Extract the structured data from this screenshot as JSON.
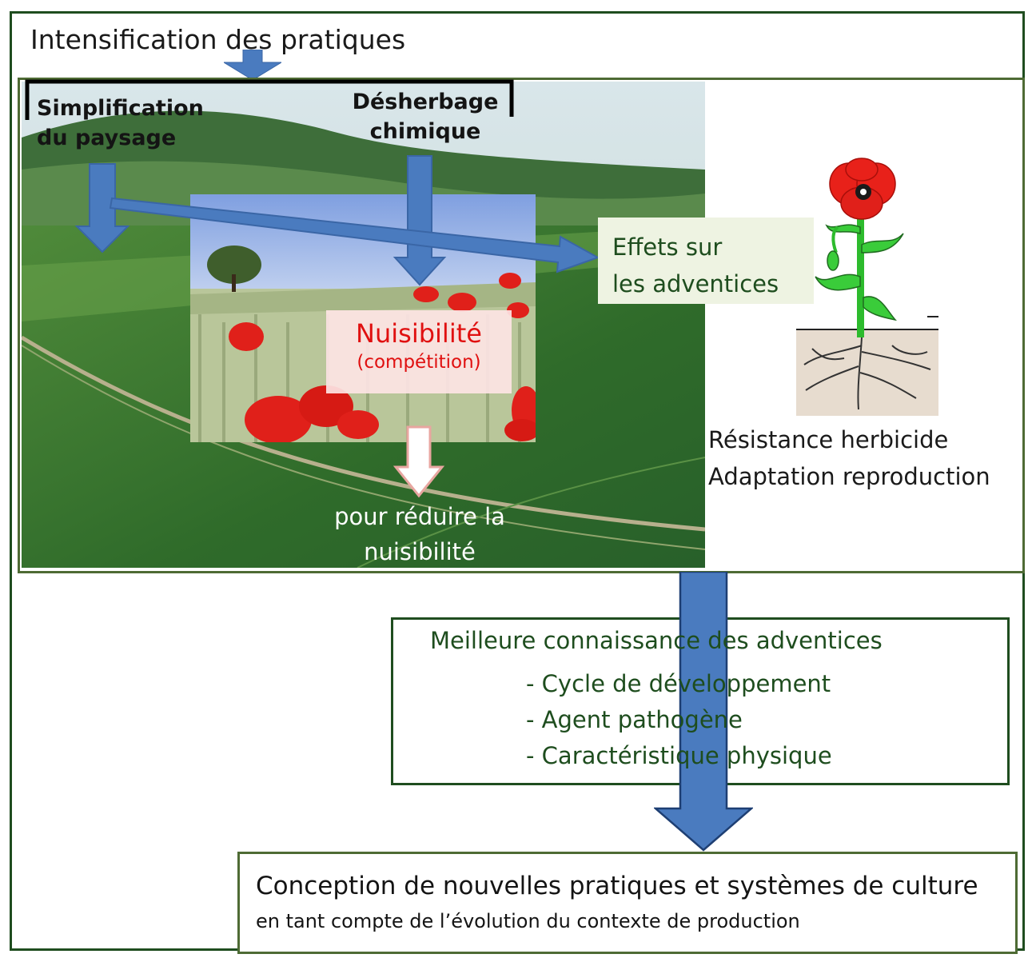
{
  "title": "Intensification des pratiques",
  "labels": {
    "simplification": [
      "Simplification",
      "du paysage"
    ],
    "desherbage": [
      "Désherbage",
      "chimique"
    ],
    "nuisibilite": "Nuisibilité",
    "competition": "(compétition)",
    "effets": [
      "Effets sur",
      "les adventices"
    ],
    "reduire": [
      "pour réduire la",
      "nuisibilité"
    ],
    "resistance": [
      "Résistance herbicide",
      "Adaptation reproduction"
    ]
  },
  "knowledge": {
    "title": "Meilleure connaissance des adventices",
    "items": [
      "- Cycle de développement",
      "- Agent pathogène",
      "- Caractéristique physique"
    ]
  },
  "conception": {
    "main": "Conception de nouvelles pratiques et systèmes de culture",
    "sub": "en tant compte de l’évolution du contexte de production"
  },
  "colors": {
    "arrow_blue": "#4a7bbf",
    "frame_green": "#1f4d1f",
    "box_green": "#4e6b34",
    "nuisibilite_red": "#e01010",
    "effets_text": "#1e4d1e"
  }
}
